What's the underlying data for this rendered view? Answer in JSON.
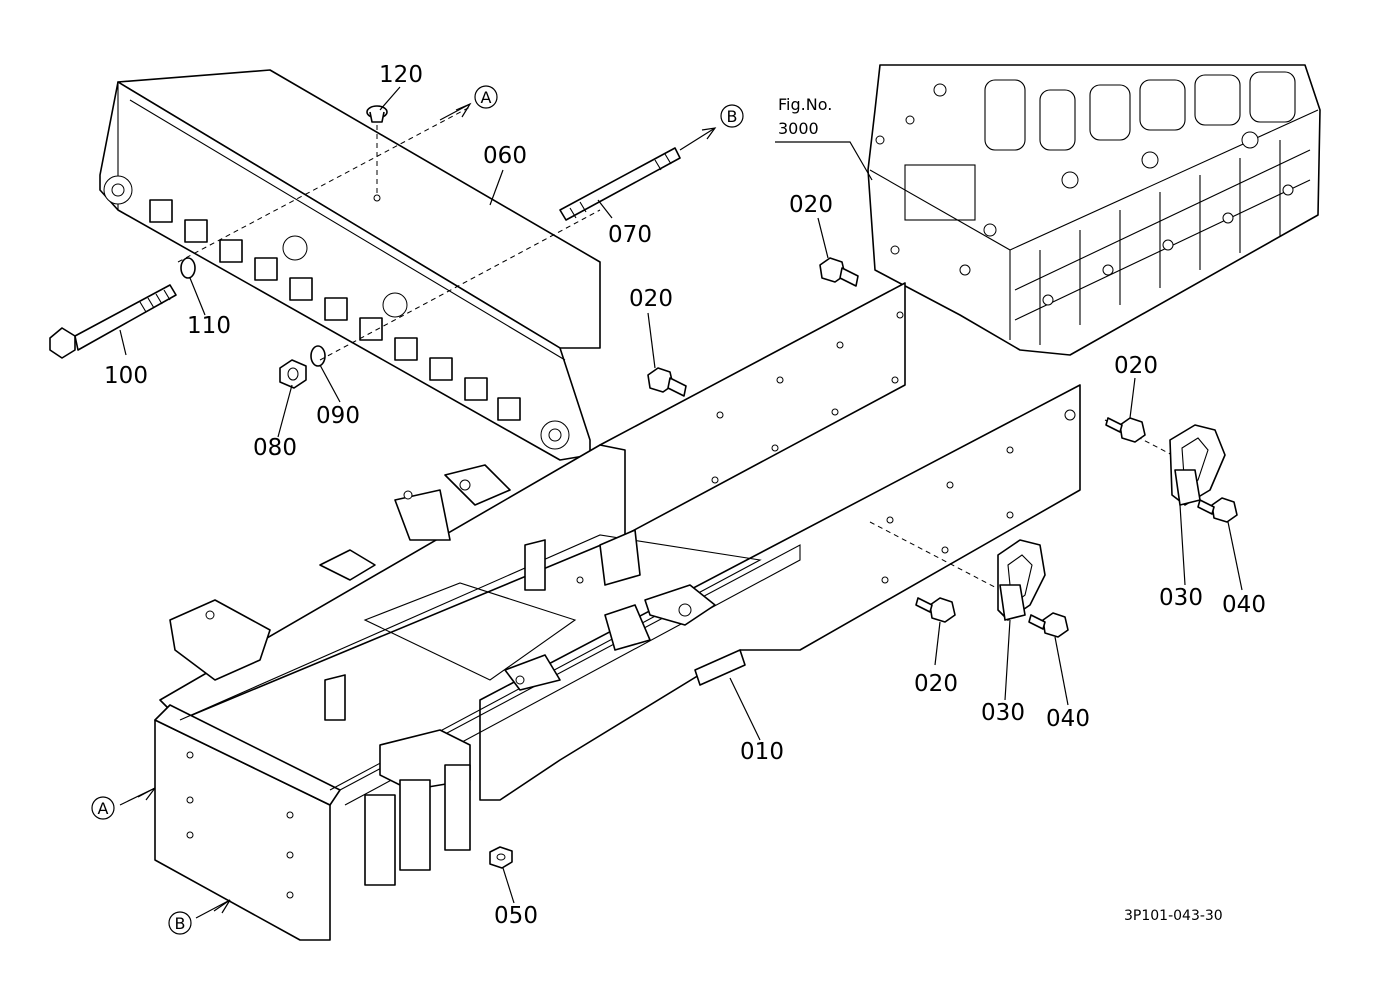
{
  "figure_ref": {
    "line1": "Fig.No.",
    "line2": "3000"
  },
  "parts": {
    "p010": "010",
    "p020a": "020",
    "p020b": "020",
    "p020c": "020",
    "p020d": "020",
    "p030a": "030",
    "p030b": "030",
    "p040a": "040",
    "p040b": "040",
    "p050": "050",
    "p060": "060",
    "p070": "070",
    "p080": "080",
    "p090": "090",
    "p100": "100",
    "p110": "110",
    "p120": "120"
  },
  "markers": {
    "a_top": "A",
    "b_top": "B",
    "a_bottom": "A",
    "b_bottom": "B"
  },
  "drawing_number": "3P101-043-30"
}
